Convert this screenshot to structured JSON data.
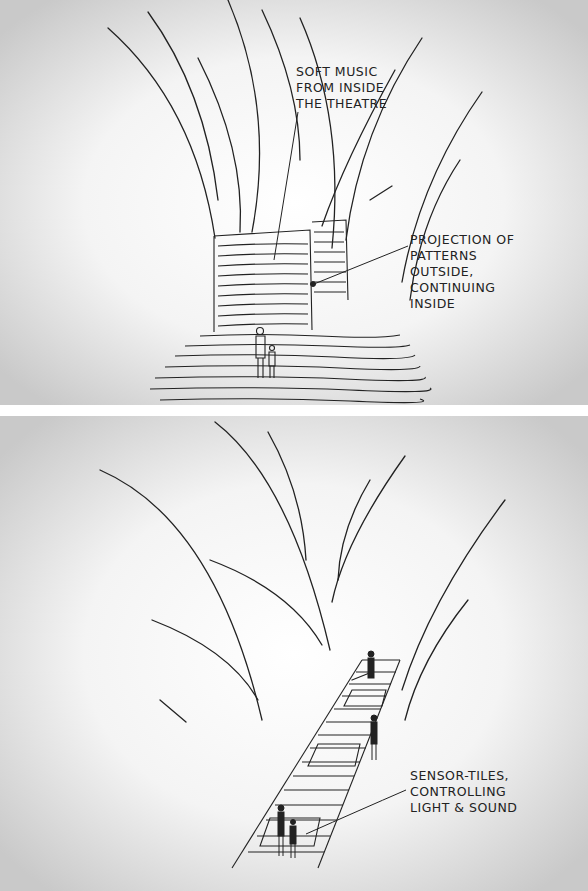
{
  "diagram": {
    "labels": [
      "SOFT MUSIC FROM INSIDE THE THEATRE",
      "PROJECTION OF PATTERNS OUTSIDE, CONTINUING INSIDE",
      "SENSOR-TILES, CONTROLLING LIGHT & SOUND"
    ]
  }
}
